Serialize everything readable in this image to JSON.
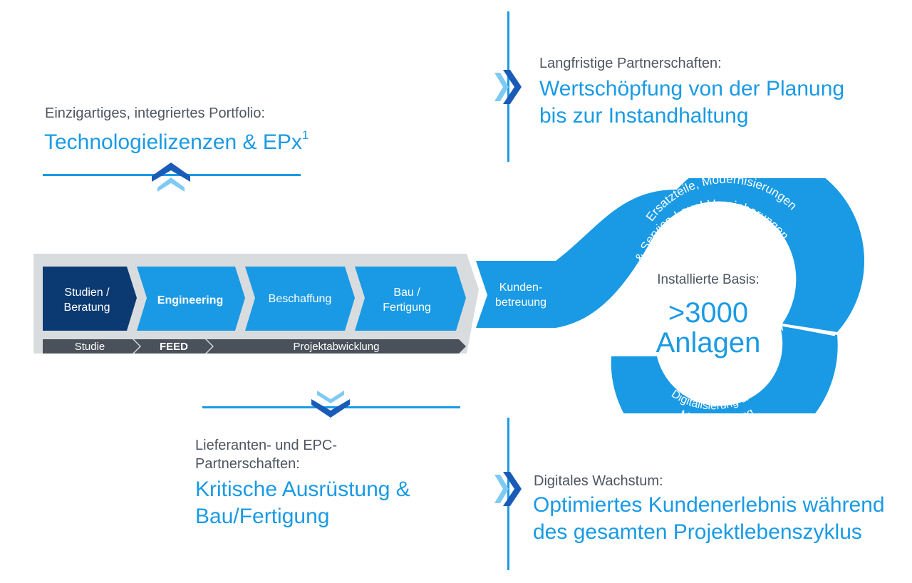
{
  "colors": {
    "accent_blue": "#1a9ae4",
    "light_blue": "#7fcaf3",
    "dark_navy": "#0b3a72",
    "gray_text": "#4d5560",
    "dark_gray_bar": "#4a515a",
    "light_gray_band": "#d9dcdf"
  },
  "top_left": {
    "subtitle": "Einzigartiges, integriertes Portfolio:",
    "title": "Technologielizenzen & EPx",
    "superscript": "1",
    "icon": "double-chevron-up-icon"
  },
  "top_right": {
    "subtitle": "Langfristige Partnerschaften:",
    "title_line1": "Wertschöpfung von der Planung",
    "title_line2": "bis zur Instandhaltung",
    "icon": "double-chevron-right-icon"
  },
  "bottom_left": {
    "subtitle_line1": "Lieferanten- und EPC-",
    "subtitle_line2": "Partnerschaften:",
    "title_line1": "Kritische Ausrüstung &",
    "title_line2": "Bau/Fertigung",
    "icon": "double-chevron-down-icon"
  },
  "bottom_right": {
    "subtitle": "Digitales Wachstum:",
    "title_line1": "Optimiertes Kundenerlebnis während",
    "title_line2": "des gesamten Projektlebenszyklus",
    "icon": "double-chevron-right-icon"
  },
  "process": {
    "steps": [
      {
        "line1": "Studien /",
        "line2": "Beratung"
      },
      {
        "line1": "Engineering",
        "line2": ""
      },
      {
        "line1": "Beschaffung",
        "line2": ""
      },
      {
        "line1": "Bau /",
        "line2": "Fertigung"
      },
      {
        "line1": "Kunden-",
        "line2": "betreuung"
      }
    ],
    "phases": [
      "Studie",
      "FEED",
      "Projektabwicklung"
    ]
  },
  "loop": {
    "arc_top_line1": "Ersatzteile, Modernisierungen",
    "arc_top_line2": "& Service-Level-Vereinbarungen",
    "arc_bottom_line1": "Digitalisierung &",
    "arc_bottom_line2": "Modernisierung",
    "center_label": "Installierte Basis:",
    "center_value_line1": ">3000",
    "center_value_line2": "Anlagen"
  }
}
